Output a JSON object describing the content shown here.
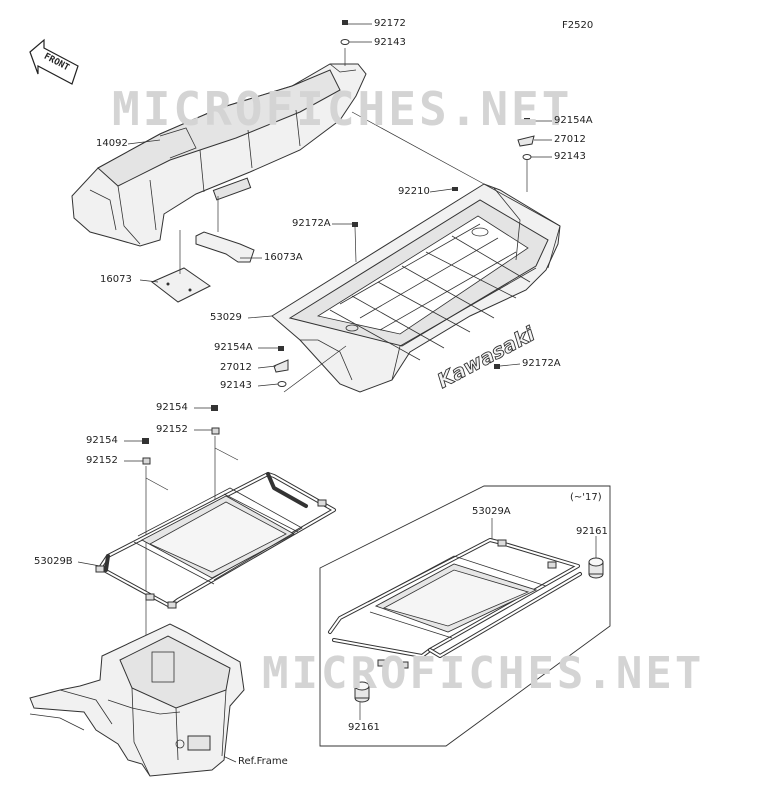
{
  "diagram_code": "F2520",
  "front_label": "FRONT",
  "brand_text": "Kawasaki",
  "watermarks": [
    "MICROFICHES.NET",
    "MICROFICHES.NET"
  ],
  "variant_note": "(~'17)",
  "ref_frame": "Ref.Frame",
  "labels": {
    "p92172_top": "92172",
    "p92143_top": "92143",
    "p14092": "14092",
    "p92154A_r": "92154A",
    "p27012_r": "27012",
    "p92143_r": "92143",
    "p92210": "92210",
    "p92172A_top": "92172A",
    "p16073A": "16073A",
    "p16073": "16073",
    "p53029": "53029",
    "p92154A_l": "92154A",
    "p27012_l": "27012",
    "p92143_l": "92143",
    "p92172A_r": "92172A",
    "p92154_a": "92154",
    "p92152_a": "92152",
    "p92154_b": "92154",
    "p92152_b": "92152",
    "p53029B": "53029B",
    "p53029A": "53029A",
    "p92161_r": "92161",
    "p92161_b": "92161"
  }
}
